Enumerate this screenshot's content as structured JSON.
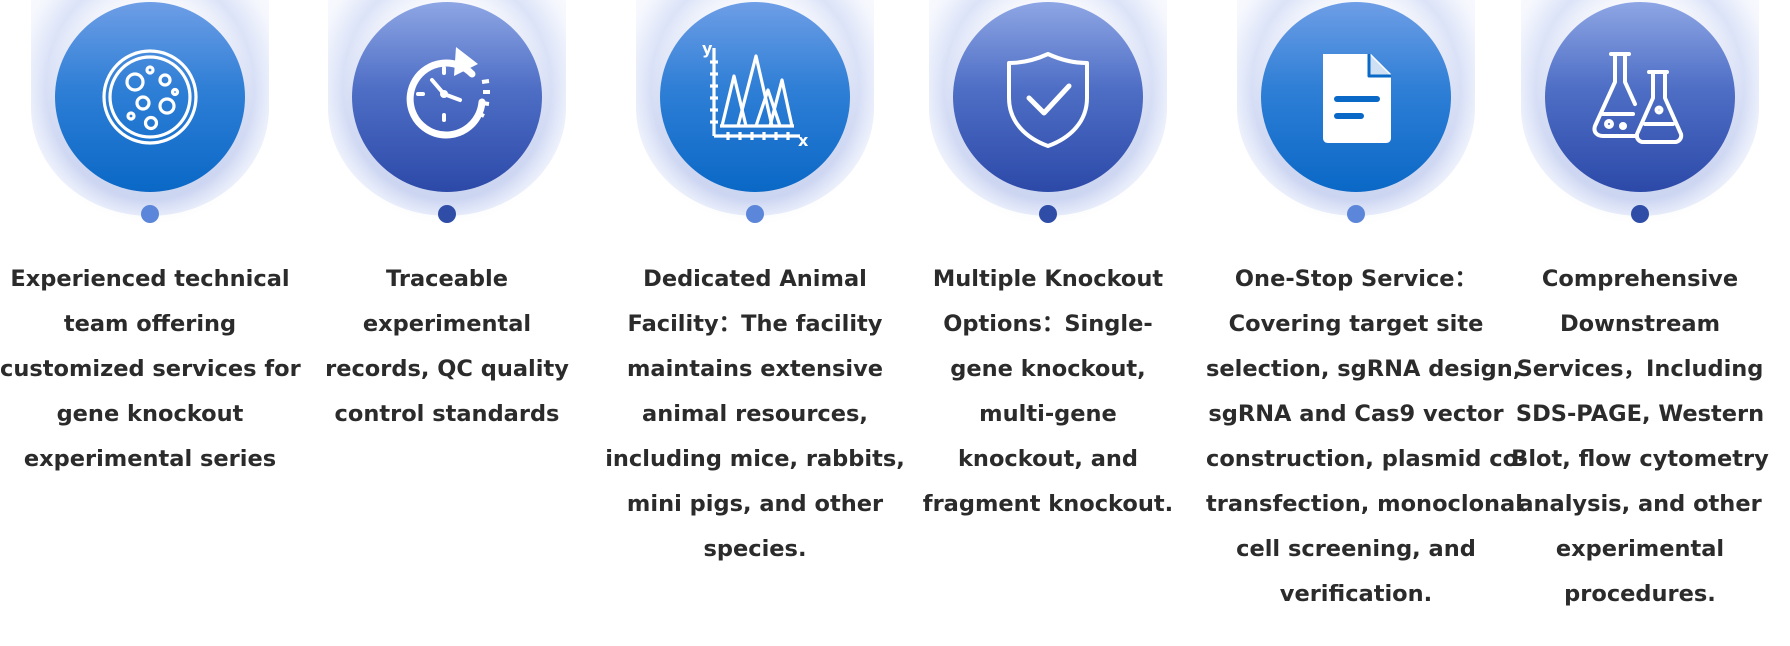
{
  "features": [
    {
      "icon": "petri-dish-icon",
      "lines": [
        "Experienced technical",
        "team offering",
        "customized services for",
        "gene knockout",
        "experimental series"
      ]
    },
    {
      "icon": "clock-refresh-icon",
      "lines": [
        "Traceable",
        "experimental",
        "records, QC quality",
        "control standards"
      ]
    },
    {
      "icon": "chart-peaks-icon",
      "axis_y": "y",
      "axis_x": "x",
      "lines": [
        "Dedicated Animal",
        "Facility：The facility",
        "maintains extensive",
        "animal resources,",
        "including mice, rabbits,",
        "mini pigs, and other",
        "species."
      ]
    },
    {
      "icon": "shield-check-icon",
      "lines": [
        "Multiple Knockout",
        "Options：Single-",
        "gene knockout,",
        "multi-gene",
        "knockout, and",
        "fragment knockout."
      ]
    },
    {
      "icon": "document-icon",
      "lines": [
        "One-Stop Service：",
        "Covering target site",
        "selection, sgRNA design,",
        "sgRNA and Cas9 vector",
        "construction, plasmid co-",
        "transfection, monoclonal",
        "cell screening, and",
        "verification."
      ]
    },
    {
      "icon": "flask-beaker-icon",
      "lines": [
        "Comprehensive",
        "Downstream",
        "Services，Including",
        "SDS-PAGE, Western",
        "Blot, flow cytometry",
        "analysis, and other",
        "experimental",
        "procedures."
      ]
    }
  ],
  "colors": {
    "blue_circle": "#0a68c6",
    "indigo_circle": "#2c49a8",
    "text": "#2b2b2b"
  }
}
